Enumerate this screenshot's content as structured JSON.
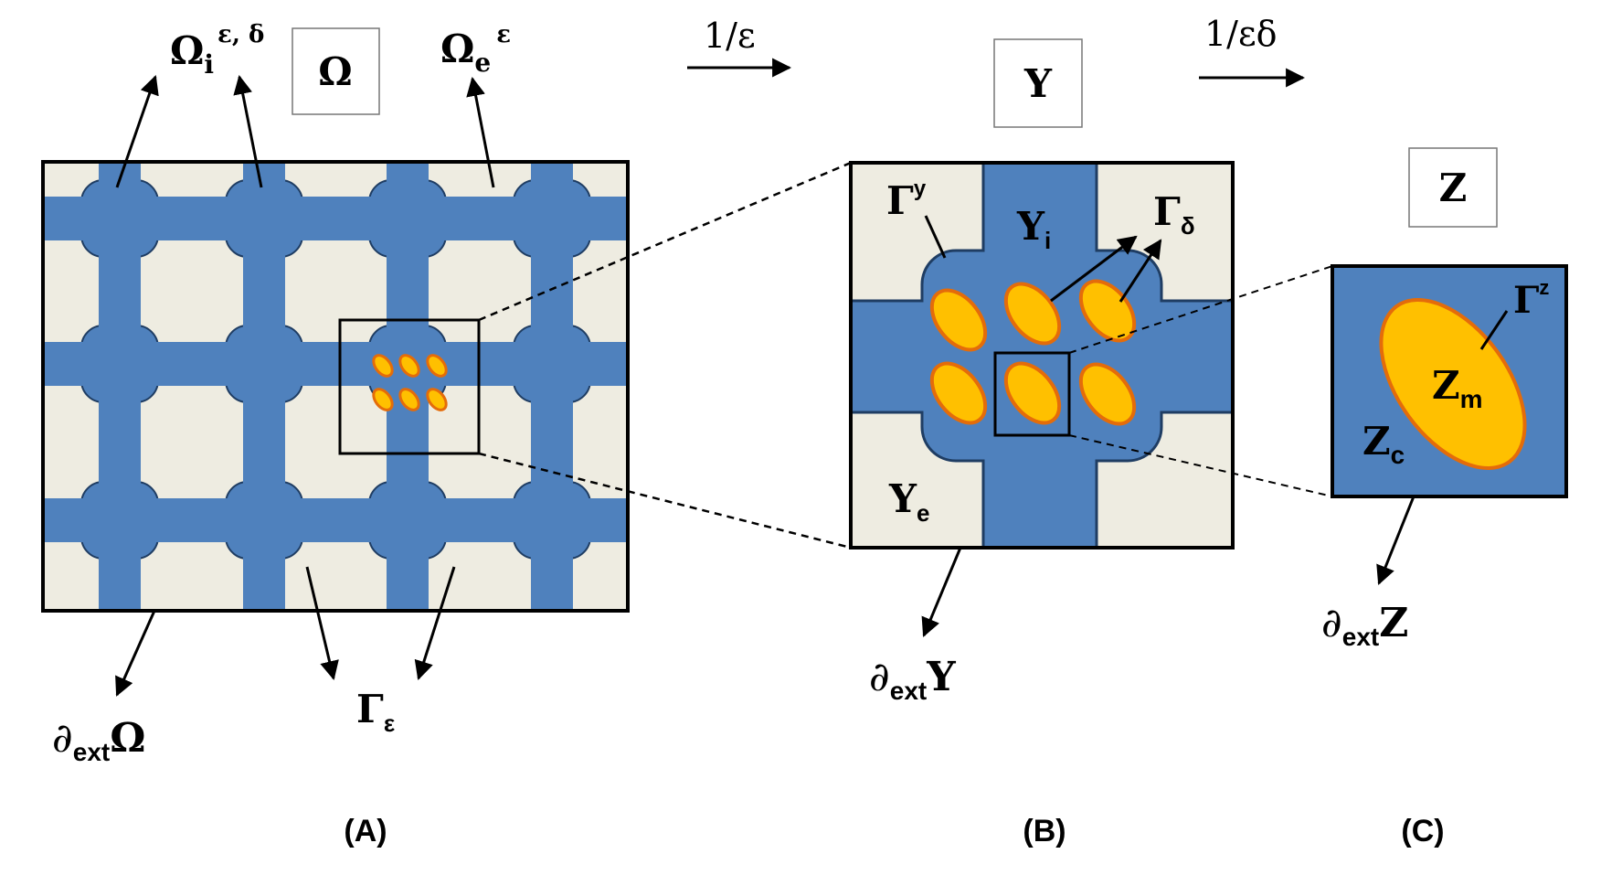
{
  "panels": {
    "a": {
      "caption": "(A)",
      "box_symbol": "Ω",
      "labels": {
        "omega_i_base": "Ω",
        "omega_i_sub": "i",
        "omega_i_sup": "ε, δ",
        "omega_e_base": "Ω",
        "omega_e_sub": "e",
        "omega_e_sup": "ε",
        "boundary_base": "∂",
        "boundary_sub": "ext",
        "boundary_main": "Ω",
        "gamma_base": "Γ",
        "gamma_sub": "ε"
      }
    },
    "b": {
      "caption": "(B)",
      "box_symbol": "Y",
      "scale_label": "1/ε",
      "labels": {
        "gamma_y_base": "Γ",
        "gamma_y_sup": "y",
        "yi_base": "Y",
        "yi_sub": "i",
        "gamma_d_base": "Γ",
        "gamma_d_sub": "δ",
        "ye_base": "Y",
        "ye_sub": "e",
        "boundary_base": "∂",
        "boundary_sub": "ext",
        "boundary_main": "Y"
      }
    },
    "c": {
      "caption": "(C)",
      "box_symbol": "Z",
      "scale_label": "1/εδ",
      "labels": {
        "gamma_z_base": "Γ",
        "gamma_z_sup": "z",
        "zm_base": "Z",
        "zm_sub": "m",
        "zc_base": "Z",
        "zc_sub": "c",
        "boundary_base": "∂",
        "boundary_sub": "ext",
        "boundary_main": "Z"
      }
    }
  },
  "colors": {
    "intracellular": "#4f81bd",
    "intracellular_edge": "#1f3d63",
    "extracellular": "#eeece1",
    "inclusion": "#ffc000",
    "inclusion_edge": "#e46c0a",
    "line": "#000000"
  }
}
